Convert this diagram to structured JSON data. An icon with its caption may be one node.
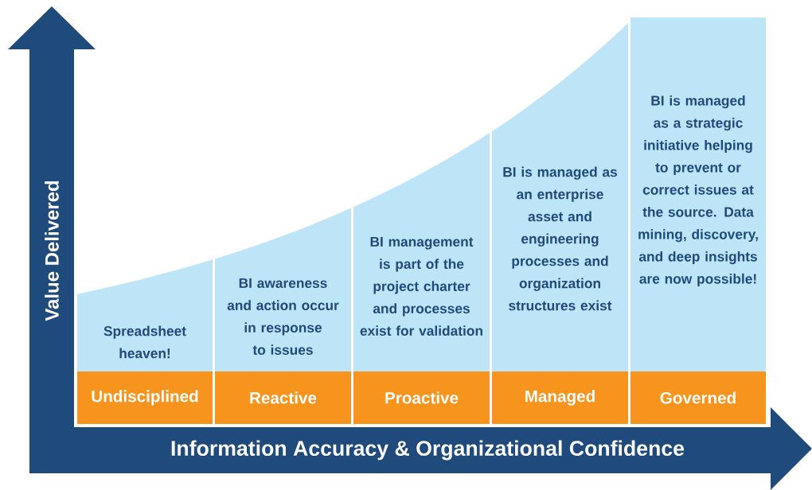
{
  "diagram": {
    "nodes": [
      {
        "text": [
          "Spreadsheet heaven!"
        ]
      },
      {
        "text": [
          "Undisciplined"
        ]
      },
      {
        "text": [
          "BI awareness and action occur in response to issues"
        ]
      },
      {
        "text": [
          "Reactive"
        ]
      },
      {
        "text": [
          "BI management is part of the project charter and processes exist for validation"
        ]
      },
      {
        "text": [
          "Proactive"
        ]
      },
      {
        "text": [
          "BI is managed as an enterprise asset and engineering processes and organization structures exist"
        ]
      },
      {
        "text": [
          "Managed"
        ]
      },
      {
        "text": [
          "BI is managed as a strategic initiative helping to prevent or correct issues at the source. Data mining, discovery, and deep insights are now possible!"
        ]
      },
      {
        "text": [
          "Governed"
        ]
      }
    ],
    "labels": [
      "Value Delivered",
      "Information Accuracy & Organizational Confidence"
    ]
  }
}
